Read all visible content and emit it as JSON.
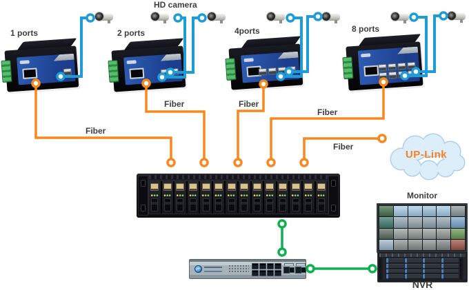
{
  "labels": {
    "hd_camera": "HD camera",
    "uplink_cloud": "UP-Link",
    "monitor": "Monitor",
    "nvr": "NVR"
  },
  "switches": [
    {
      "label": "1 ports",
      "ports": 1
    },
    {
      "label": "2 ports",
      "ports": 2
    },
    {
      "label": "4ports",
      "ports": 4
    },
    {
      "label": "8 ports",
      "ports": 8
    }
  ],
  "fiber_labels": {
    "f1": "Fiber",
    "f2": "Fiber",
    "f3": "Fiber",
    "f4": "Fiber",
    "f5": "Fiber"
  },
  "devices": {
    "cameras_count": 7,
    "rack": {
      "slots": 14
    },
    "core_switch": {
      "ports": 8,
      "uplinks": 2
    },
    "monitor_wall": {
      "rows": 4,
      "cols": 6,
      "cells": 24
    },
    "nvr": {
      "bay_rows": 4,
      "bay_cols": 4,
      "bays": 16
    }
  },
  "colors": {
    "fiber_line": "#F6891E",
    "ethernet_line": "#1E9CD8",
    "green_line": "#0EB14D",
    "label_text": "#3D3D3D",
    "uplink_text": "#F5831F",
    "cloud_fill": "#DDEEFB",
    "cloud_stroke": "#AECFEB"
  }
}
